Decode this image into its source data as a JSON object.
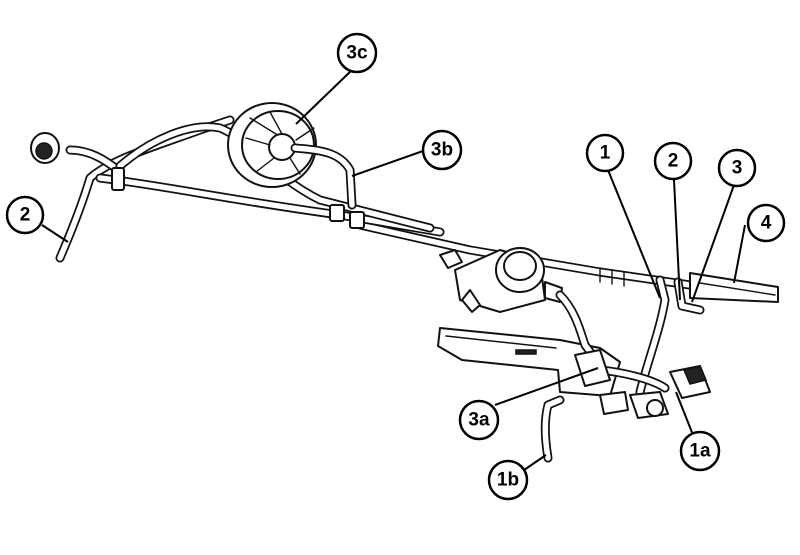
{
  "callouts": {
    "c3c": "3c",
    "c3b": "3b",
    "c2_left": "2",
    "c1": "1",
    "c2_right": "2",
    "c3": "3",
    "c4": "4",
    "c3a": "3a",
    "c1a": "1a",
    "c1b": "1b"
  }
}
